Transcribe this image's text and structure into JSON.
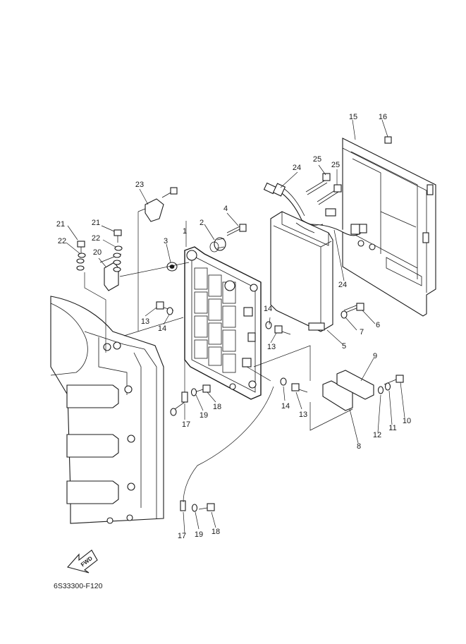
{
  "diagram": {
    "code": "6S33300-F120",
    "fwd_label": "FWD",
    "callouts": [
      "1",
      "2",
      "3",
      "4",
      "5",
      "6",
      "7",
      "8",
      "9",
      "10",
      "11",
      "12",
      "13",
      "14",
      "15",
      "16",
      "17",
      "18",
      "19",
      "20",
      "21",
      "22",
      "23",
      "24",
      "25"
    ]
  }
}
